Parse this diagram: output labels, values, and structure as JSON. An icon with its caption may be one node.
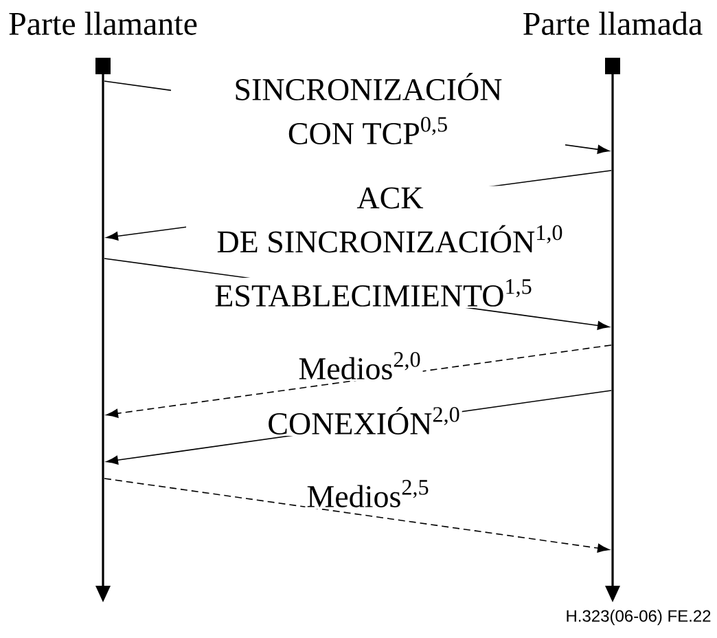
{
  "diagram": {
    "nodes": [
      {
        "text": [
          "Parte llamante"
        ]
      },
      {
        "text": [
          "Parte llamada"
        ]
      },
      {
        "text": [],
        "shape": "bar"
      },
      {
        "text": [],
        "shape": "bar"
      }
    ],
    "edges": [
      {
        "from": 2,
        "to": 3,
        "arrow": "to",
        "label": "SINCRONIZACIÓN CON TCP$^{0,5}$"
      },
      {
        "from": 3,
        "to": 2,
        "arrow": "to",
        "label": "ACK DE SINCRONIZACIÓN$^{1,0}$"
      },
      {
        "from": 2,
        "to": 3,
        "arrow": "to",
        "label": "ESTABLECIMIENTO$^{1,5}$"
      },
      {
        "from": 3,
        "to": 2,
        "arrow": "to",
        "label": "Medios$^{2,0}$",
        "style": "dashed"
      },
      {
        "from": 3,
        "to": 2,
        "arrow": "to",
        "label": "CONEXIÓN$^{2,0}$"
      },
      {
        "from": 2,
        "to": 3,
        "arrow": "to",
        "label": "Medios$^{2,5}$",
        "style": "dashed"
      }
    ],
    "labels": [
      "H.323(06-06) FE.22"
    ]
  }
}
